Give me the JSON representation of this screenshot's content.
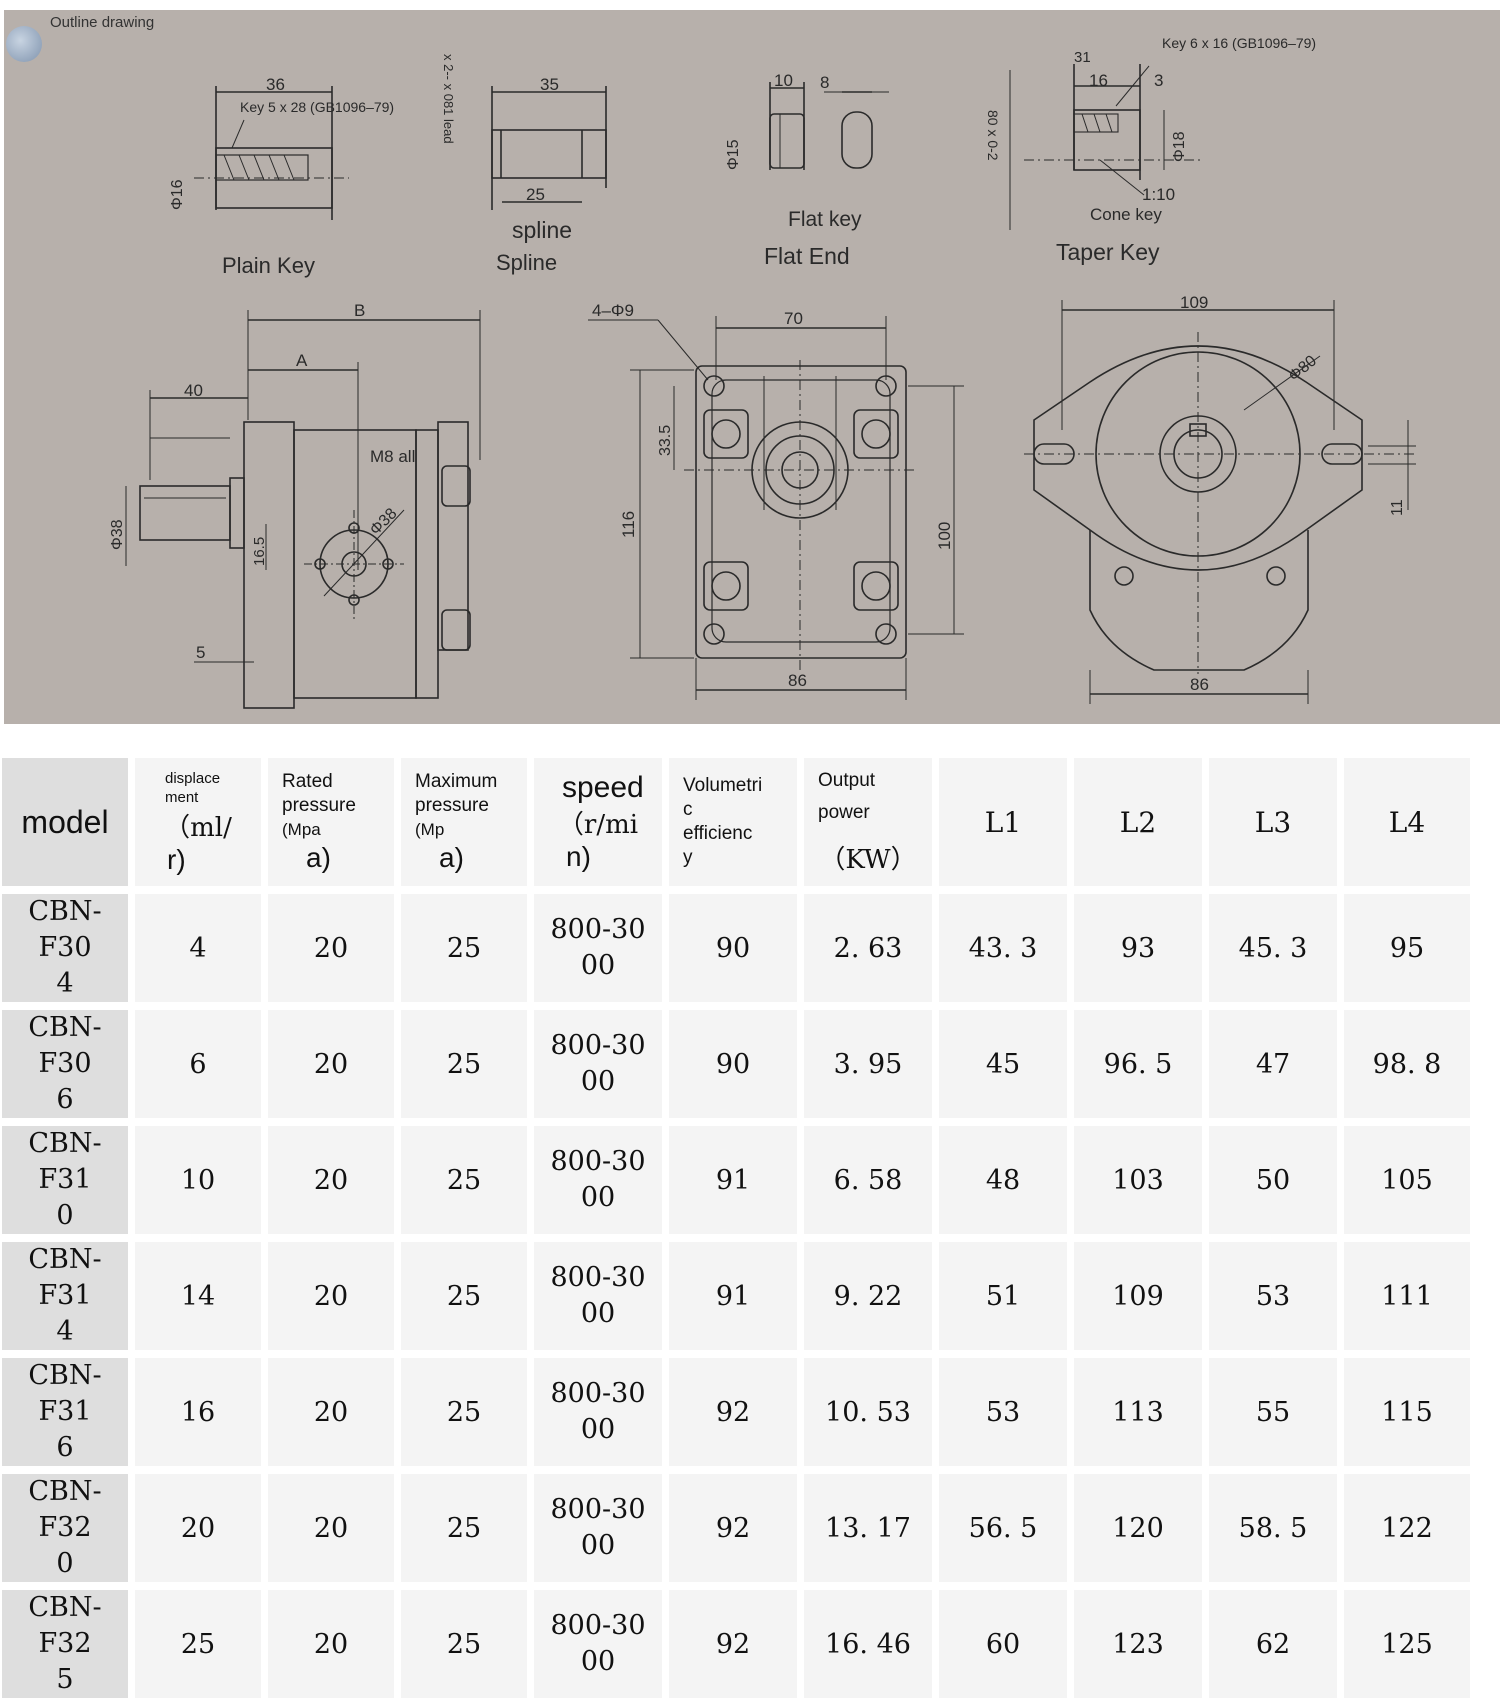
{
  "drawing": {
    "header_note": "Outline drawing",
    "views": {
      "plain_key": {
        "title": "Plain Key",
        "dim_length": "36",
        "key_note": "Key 5 x 28 (GB1096–79)",
        "dia": "Φ16"
      },
      "spline": {
        "title": "Spline",
        "subtitle": "spline",
        "dim_top": "35",
        "dim_bottom": "25",
        "side_note": "x 2-- x 081 lead"
      },
      "flat_end": {
        "title": "Flat End",
        "subtitle": "Flat key",
        "dim_a": "10",
        "dim_b": "8",
        "dia": "Φ15"
      },
      "taper_key": {
        "title": "Taper Key",
        "key_note": "Key 6 x 16 (GB1096–79)",
        "dim_a": "31",
        "dim_b": "16",
        "dim_c": "3",
        "dia": "Φ18",
        "ratio": "1:10",
        "cone_note": "Cone key",
        "side_note": "80 x 0-2"
      },
      "side": {
        "dim_b": "B",
        "dim_a": "A",
        "dim_40": "40",
        "thread": "M8 all",
        "dia_flange": "Φ38",
        "dia_port": "Φ38",
        "dim_16_5": "16.5",
        "dim_5": "5"
      },
      "front": {
        "holes": "4–Φ9",
        "dim_70": "70",
        "dim_33_5": "33.5",
        "dim_116": "116",
        "dim_100": "100",
        "dim_86": "86"
      },
      "rear": {
        "dim_109": "109",
        "dia_80": "Φ80",
        "dim_11": "11",
        "dim_86": "86"
      }
    }
  },
  "table": {
    "headers": {
      "model": "model",
      "displacement_l1": "displace",
      "displacement_l2": "ment",
      "displacement_l3": "（ml/",
      "displacement_l4": "r)",
      "rated_l1": "Rated",
      "rated_l2": "pressure",
      "rated_l3": "(Mpa",
      "rated_l4": "a)",
      "max_l1": "Maximum",
      "max_l2": "pressure",
      "max_l3": "(Mp",
      "max_l4": "a)",
      "speed_l1": "speed",
      "speed_l2": "（r/mi",
      "speed_l3": "n)",
      "vol_l1": "Volumetri",
      "vol_l2": "c",
      "vol_l3": "efficienc",
      "vol_l4": "y",
      "power_l1": "Output",
      "power_l2": "power",
      "power_l3": "（KW）",
      "l1": "L1",
      "l2": "L2",
      "l3": "L3",
      "l4": "L4"
    },
    "rows": [
      {
        "model_a": "CBN-F30",
        "model_b": "4",
        "disp": "4",
        "rated": "20",
        "max": "25",
        "speed_a": "800-30",
        "speed_b": "00",
        "vol": "90",
        "power": "2. 63",
        "l1": "43. 3",
        "l2": "93",
        "l3": "45. 3",
        "l4": "95"
      },
      {
        "model_a": "CBN-F30",
        "model_b": "6",
        "disp": "6",
        "rated": "20",
        "max": "25",
        "speed_a": "800-30",
        "speed_b": "00",
        "vol": "90",
        "power": "3. 95",
        "l1": "45",
        "l2": "96. 5",
        "l3": "47",
        "l4": "98. 8"
      },
      {
        "model_a": "CBN-F31",
        "model_b": "0",
        "disp": "10",
        "rated": "20",
        "max": "25",
        "speed_a": "800-30",
        "speed_b": "00",
        "vol": "91",
        "power": "6. 58",
        "l1": "48",
        "l2": "103",
        "l3": "50",
        "l4": "105"
      },
      {
        "model_a": "CBN-F31",
        "model_b": "4",
        "disp": "14",
        "rated": "20",
        "max": "25",
        "speed_a": "800-30",
        "speed_b": "00",
        "vol": "91",
        "power": "9. 22",
        "l1": "51",
        "l2": "109",
        "l3": "53",
        "l4": "111"
      },
      {
        "model_a": "CBN-F31",
        "model_b": "6",
        "disp": "16",
        "rated": "20",
        "max": "25",
        "speed_a": "800-30",
        "speed_b": "00",
        "vol": "92",
        "power": "10. 53",
        "l1": "53",
        "l2": "113",
        "l3": "55",
        "l4": "115"
      },
      {
        "model_a": "CBN-F32",
        "model_b": "0",
        "disp": "20",
        "rated": "20",
        "max": "25",
        "speed_a": "800-30",
        "speed_b": "00",
        "vol": "92",
        "power": "13. 17",
        "l1": "56. 5",
        "l2": "120",
        "l3": "58. 5",
        "l4": "122"
      },
      {
        "model_a": "CBN-F32",
        "model_b": "5",
        "disp": "25",
        "rated": "20",
        "max": "25",
        "speed_a": "800-30",
        "speed_b": "00",
        "vol": "92",
        "power": "16. 46",
        "l1": "60",
        "l2": "123",
        "l3": "62",
        "l4": "125"
      }
    ]
  }
}
